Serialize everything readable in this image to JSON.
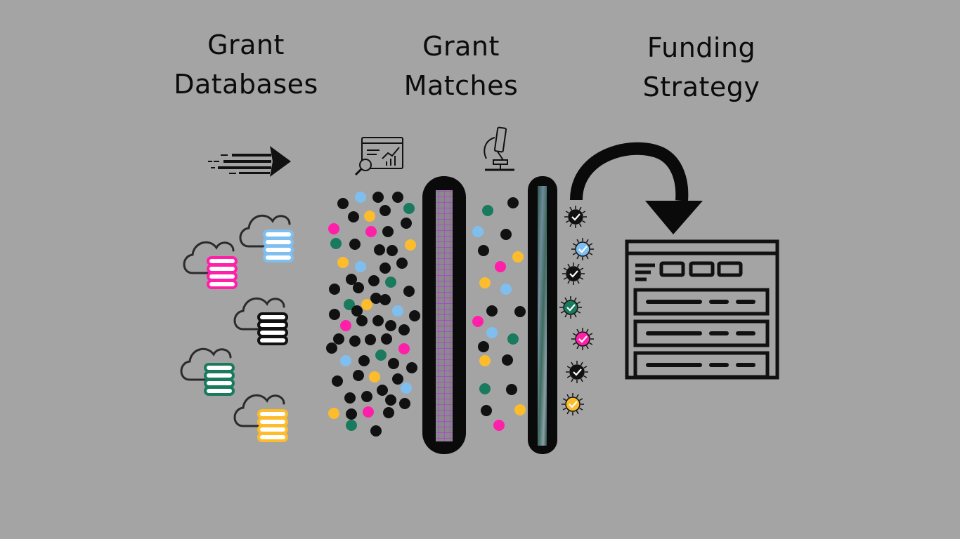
{
  "headings": {
    "grant_databases": {
      "line1": "Grant",
      "line2": "Databases"
    },
    "grant_matches": {
      "line1": "Grant",
      "line2": "Matches"
    },
    "funding_strategy": {
      "line1": "Funding",
      "line2": "Strategy"
    }
  },
  "colors": {
    "background": "#a5a4a5",
    "black": "#111111",
    "pink": "#ff1fa8",
    "blue": "#7fbfef",
    "green": "#1a7a5e",
    "yellow": "#fcbc2c",
    "filter_mesh": "#b33be0"
  },
  "icons": {
    "arrow": "speed-arrow-icon",
    "analytics": "analytics-monitor-icon",
    "microscope": "microscope-icon",
    "curved_arrow": "curved-arrow-icon",
    "dashboard": "dashboard-icon"
  },
  "databases": [
    {
      "name": "database-pink",
      "color": "#ff1fa8"
    },
    {
      "name": "database-blue",
      "color": "#7fbfef"
    },
    {
      "name": "database-black",
      "color": "#111111"
    },
    {
      "name": "database-green",
      "color": "#1a7a5e"
    },
    {
      "name": "database-yellow",
      "color": "#fcbc2c"
    }
  ],
  "verified_badges": [
    "#111111",
    "#7fbfef",
    "#111111",
    "#1a7a5e",
    "#ff1fa8",
    "#111111",
    "#fcbc2c"
  ]
}
